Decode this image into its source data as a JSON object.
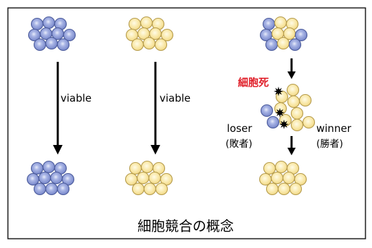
{
  "labels": {
    "viable_left": "viable",
    "viable_middle": "viable",
    "cell_death": "細胞死",
    "loser": "loser",
    "loser_jp": "(敗者)",
    "winner": "winner",
    "winner_jp": "(勝者)",
    "caption": "細胞競合の概念"
  },
  "colors": {
    "blue_cell": "#8f9fd8",
    "blue_stroke": "#4a5a9a",
    "yellow_cell": "#f7e4a0",
    "yellow_stroke": "#b49a4a",
    "cell_death_text": "#e0202a",
    "arrow": "#000000",
    "border": "#222222"
  },
  "icons": {
    "death_marker": "burst-icon"
  }
}
